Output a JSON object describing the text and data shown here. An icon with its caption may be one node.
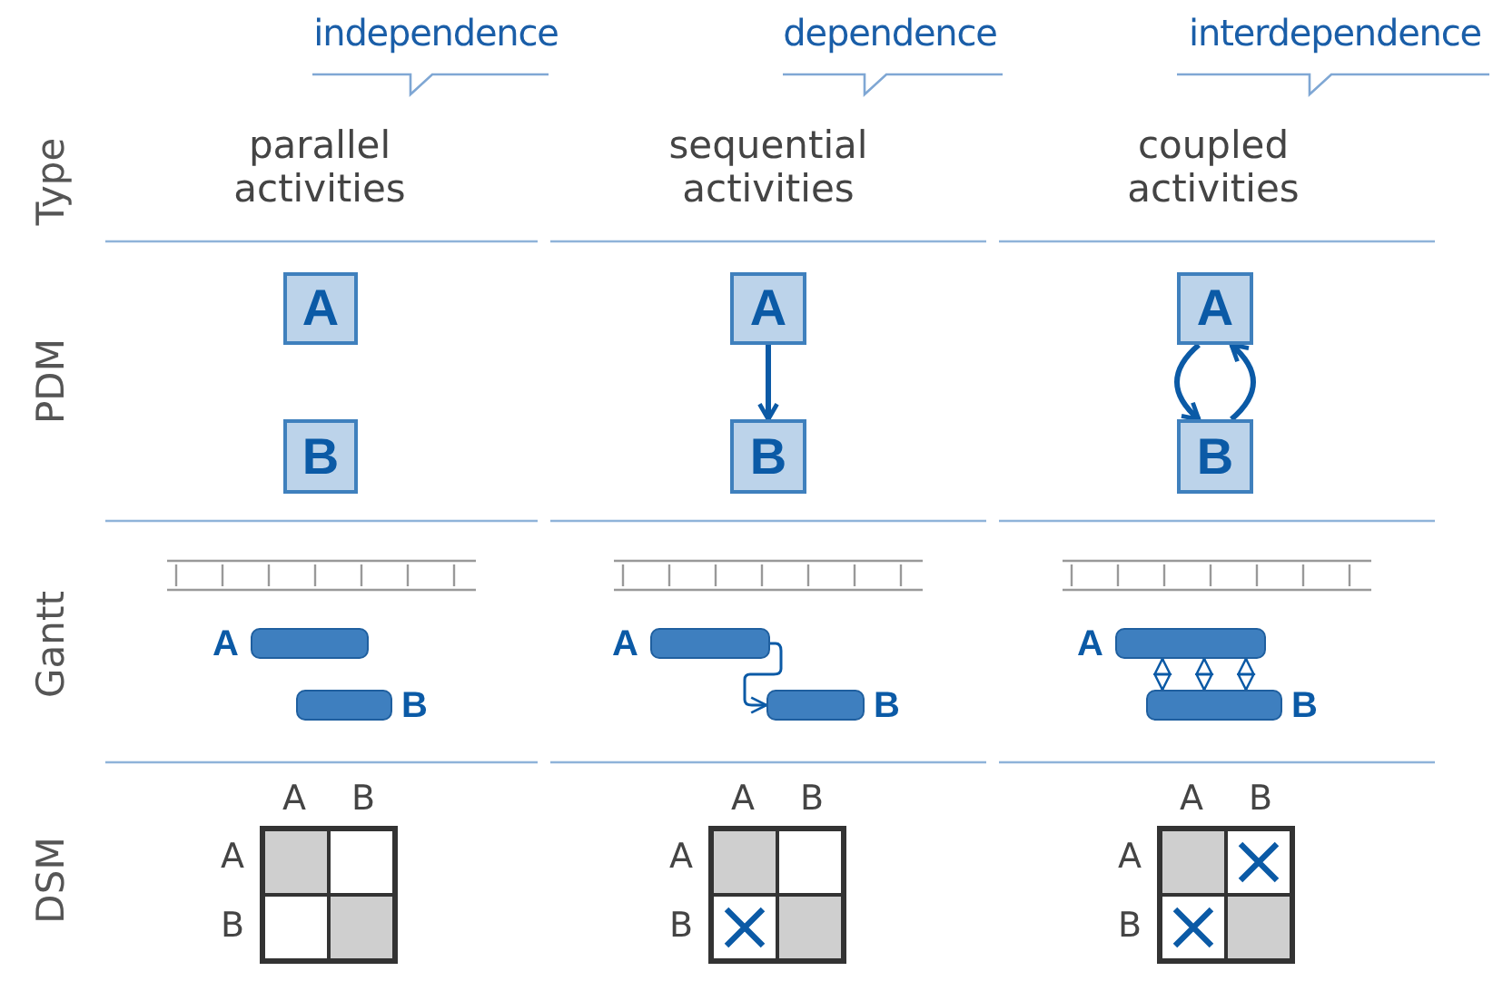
{
  "diagram": {
    "nodes": [
      {
        "text": [
          "A"
        ]
      },
      {
        "text": [
          "A"
        ]
      },
      {
        "text": [
          "A"
        ]
      },
      {
        "text": [
          "B"
        ]
      },
      {
        "text": [
          "B"
        ]
      },
      {
        "text": [
          "B"
        ]
      },
      {
        "text": [],
        "shape": "bar",
        "beside": [
          "A"
        ]
      },
      {
        "text": [],
        "shape": "bar",
        "beside": [
          "A"
        ]
      },
      {
        "text": [],
        "shape": "bar",
        "beside": [
          "A"
        ]
      },
      {
        "text": [],
        "shape": "bar",
        "beside": [
          "B"
        ]
      },
      {
        "text": [],
        "shape": "bar",
        "beside": [
          "B"
        ]
      },
      {
        "text": [],
        "shape": "bar",
        "beside": [
          "B"
        ]
      }
    ],
    "edges": [
      {
        "from": 1,
        "to": 4,
        "arrow": "to",
        "style": "thick"
      },
      {
        "from": 2,
        "to": 5,
        "arrow": "to",
        "style": "thick"
      },
      {
        "from": 5,
        "to": 2,
        "arrow": "to",
        "style": "thick"
      },
      {
        "from": 7,
        "to": 10,
        "arrow": "to"
      },
      {
        "from": 8,
        "to": 11,
        "arrow": "both"
      },
      {
        "from": 8,
        "to": 11,
        "arrow": "both"
      },
      {
        "from": 8,
        "to": 11,
        "arrow": "both"
      }
    ],
    "labels": [
      "independence",
      "dependence",
      "interdependence",
      "Type",
      "parallel activities",
      "sequential activities",
      "coupled activities",
      "PDM",
      "Gantt",
      "DSM",
      "A",
      "B",
      "A",
      "B",
      "A",
      "B",
      "A",
      "B",
      "A",
      "B",
      "A",
      "B"
    ]
  }
}
